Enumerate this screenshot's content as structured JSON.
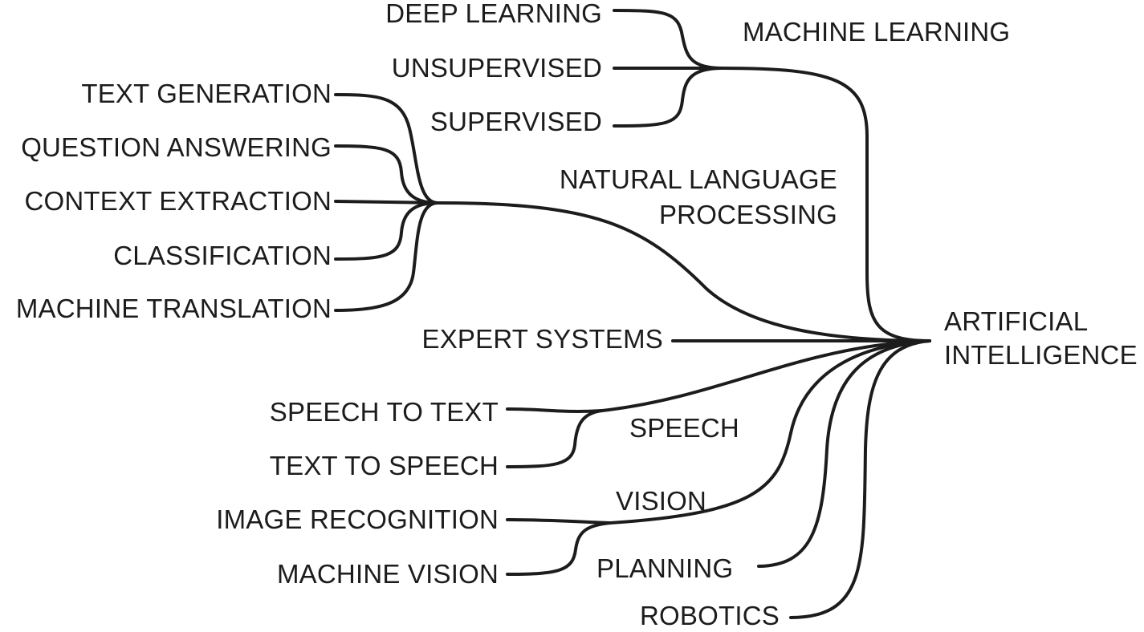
{
  "diagram": {
    "root": {
      "line1": "ARTIFICIAL",
      "line2": "INTELLIGENCE"
    },
    "machine_learning": {
      "label": "MACHINE LEARNING",
      "children": [
        "DEEP LEARNING",
        "UNSUPERVISED",
        "SUPERVISED"
      ]
    },
    "nlp": {
      "line1": "NATURAL LANGUAGE",
      "line2": "PROCESSING",
      "children": [
        "TEXT GENERATION",
        "QUESTION ANSWERING",
        "CONTEXT EXTRACTION",
        "CLASSIFICATION",
        "MACHINE TRANSLATION"
      ]
    },
    "expert_systems": {
      "label": "EXPERT SYSTEMS"
    },
    "speech": {
      "label": "SPEECH",
      "children": [
        "SPEECH TO TEXT",
        "TEXT TO SPEECH"
      ]
    },
    "vision": {
      "label": "VISION",
      "children": [
        "IMAGE RECOGNITION",
        "MACHINE VISION"
      ]
    },
    "planning": {
      "label": "PLANNING"
    },
    "robotics": {
      "label": "ROBOTICS"
    },
    "line_color": "#1c1c1c",
    "text_color": "#1c1c1c",
    "background": "#ffffff"
  }
}
